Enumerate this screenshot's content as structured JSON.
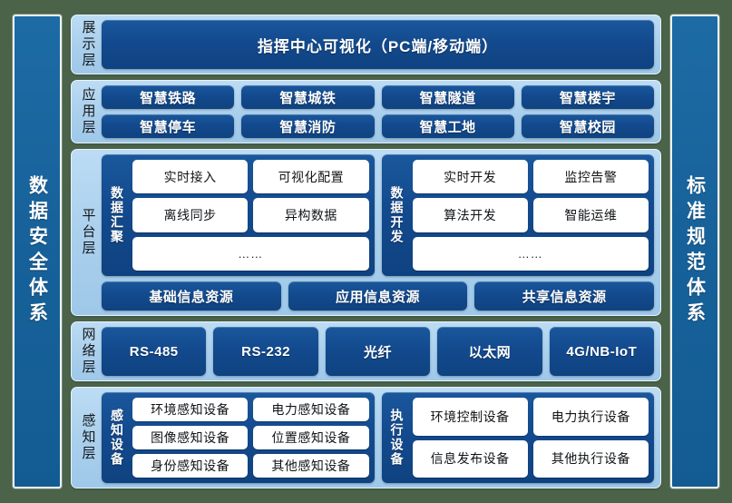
{
  "colors": {
    "page_background": "#4a6349",
    "pillar_blue": "#17619a",
    "band_light_blue": "#a9cfec",
    "chip_dark_blue": "#134a8e",
    "cell_white": "#ffffff",
    "text_dark": "#111417"
  },
  "left_pillar": {
    "label": "数据安全体系"
  },
  "right_pillar": {
    "label": "标准规范体系"
  },
  "layers": {
    "display": {
      "label": "展示层",
      "items": [
        "指挥中心可视化（PC端/移动端）"
      ]
    },
    "application": {
      "label": "应用层",
      "row1": [
        "智慧铁路",
        "智慧城铁",
        "智慧隧道",
        "智慧楼宇"
      ],
      "row2": [
        "智慧停车",
        "智慧消防",
        "智慧工地",
        "智慧校园"
      ]
    },
    "platform": {
      "label": "平台层",
      "groups": [
        {
          "label": "数据汇聚",
          "row1": [
            "实时接入",
            "可视化配置"
          ],
          "row2": [
            "离线同步",
            "异构数据"
          ],
          "row3": [
            "……"
          ]
        },
        {
          "label": "数据开发",
          "row1": [
            "实时开发",
            "监控告警"
          ],
          "row2": [
            "算法开发",
            "智能运维"
          ],
          "row3": [
            "……"
          ]
        }
      ],
      "resources": [
        "基础信息资源",
        "应用信息资源",
        "共享信息资源"
      ]
    },
    "network": {
      "label": "网络层",
      "items": [
        "RS-485",
        "RS-232",
        "光纤",
        "以太网",
        "4G/NB-IoT"
      ]
    },
    "sensing": {
      "label": "感知层",
      "groups": [
        {
          "label": "感知设备",
          "row1": [
            "环境感知设备",
            "电力感知设备"
          ],
          "row2": [
            "图像感知设备",
            "位置感知设备"
          ],
          "row3": [
            "身份感知设备",
            "其他感知设备"
          ]
        },
        {
          "label": "执行设备",
          "row1": [
            "环境控制设备",
            "电力执行设备"
          ],
          "row2": [
            "信息发布设备",
            "其他执行设备"
          ]
        }
      ]
    }
  }
}
